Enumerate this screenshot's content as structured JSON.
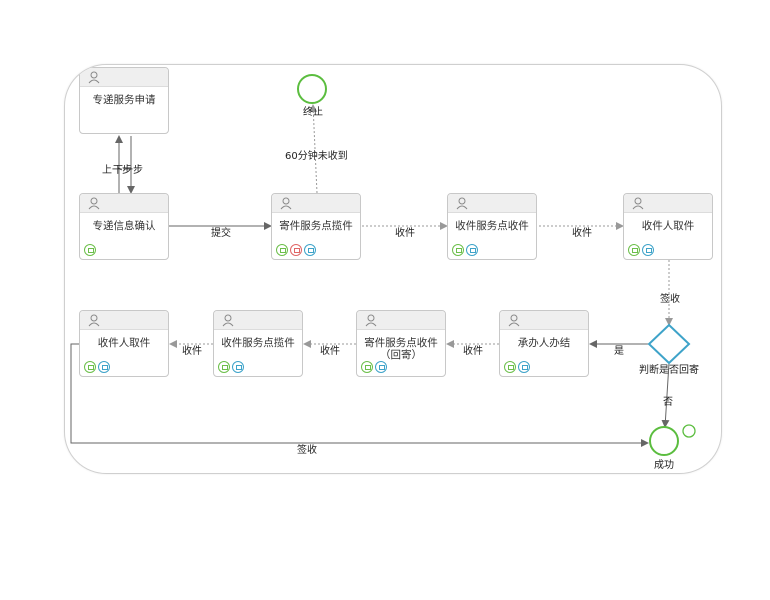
{
  "colors": {
    "start": "#5bbd3f",
    "gateway": "#3ea3c9",
    "line": "#666666",
    "dotted": "#999999"
  },
  "events": {
    "terminate": {
      "label": "终止"
    },
    "success": {
      "label": "成功"
    }
  },
  "gateway": {
    "label": "判断是否回寄"
  },
  "tasks": {
    "apply": {
      "label": "专递服务申请",
      "badges": []
    },
    "confirm": {
      "label": "专递信息确认",
      "badges": [
        "green"
      ]
    },
    "send_point": {
      "label": "寄件服务点揽件",
      "badges": [
        "green",
        "red",
        "blue"
      ]
    },
    "recv_point": {
      "label": "收件服务点收件",
      "badges": [
        "green",
        "blue"
      ]
    },
    "receiver_top": {
      "label": "收件人取件",
      "badges": [
        "green",
        "blue"
      ]
    },
    "handler": {
      "label": "承办人办结",
      "badges": [
        "green",
        "blue"
      ]
    },
    "send_point_return": {
      "label": "寄件服务点收件（回寄）",
      "badges": [
        "green",
        "blue"
      ]
    },
    "recv_point_return": {
      "label": "收件服务点揽件",
      "badges": [
        "green",
        "blue"
      ]
    },
    "receiver_bottom": {
      "label": "收件人取件",
      "badges": [
        "green",
        "blue"
      ]
    }
  },
  "edges": {
    "prev_next": "上一步",
    "next_step": "下一步",
    "submit": "提交",
    "timeout": "60分钟未收到",
    "receive_1": "收件",
    "receive_2": "收件",
    "sign_1": "签收",
    "yes": "是",
    "no": "否",
    "receive_3": "收件",
    "receive_4": "收件",
    "receive_5": "收件",
    "sign_2": "签收"
  }
}
